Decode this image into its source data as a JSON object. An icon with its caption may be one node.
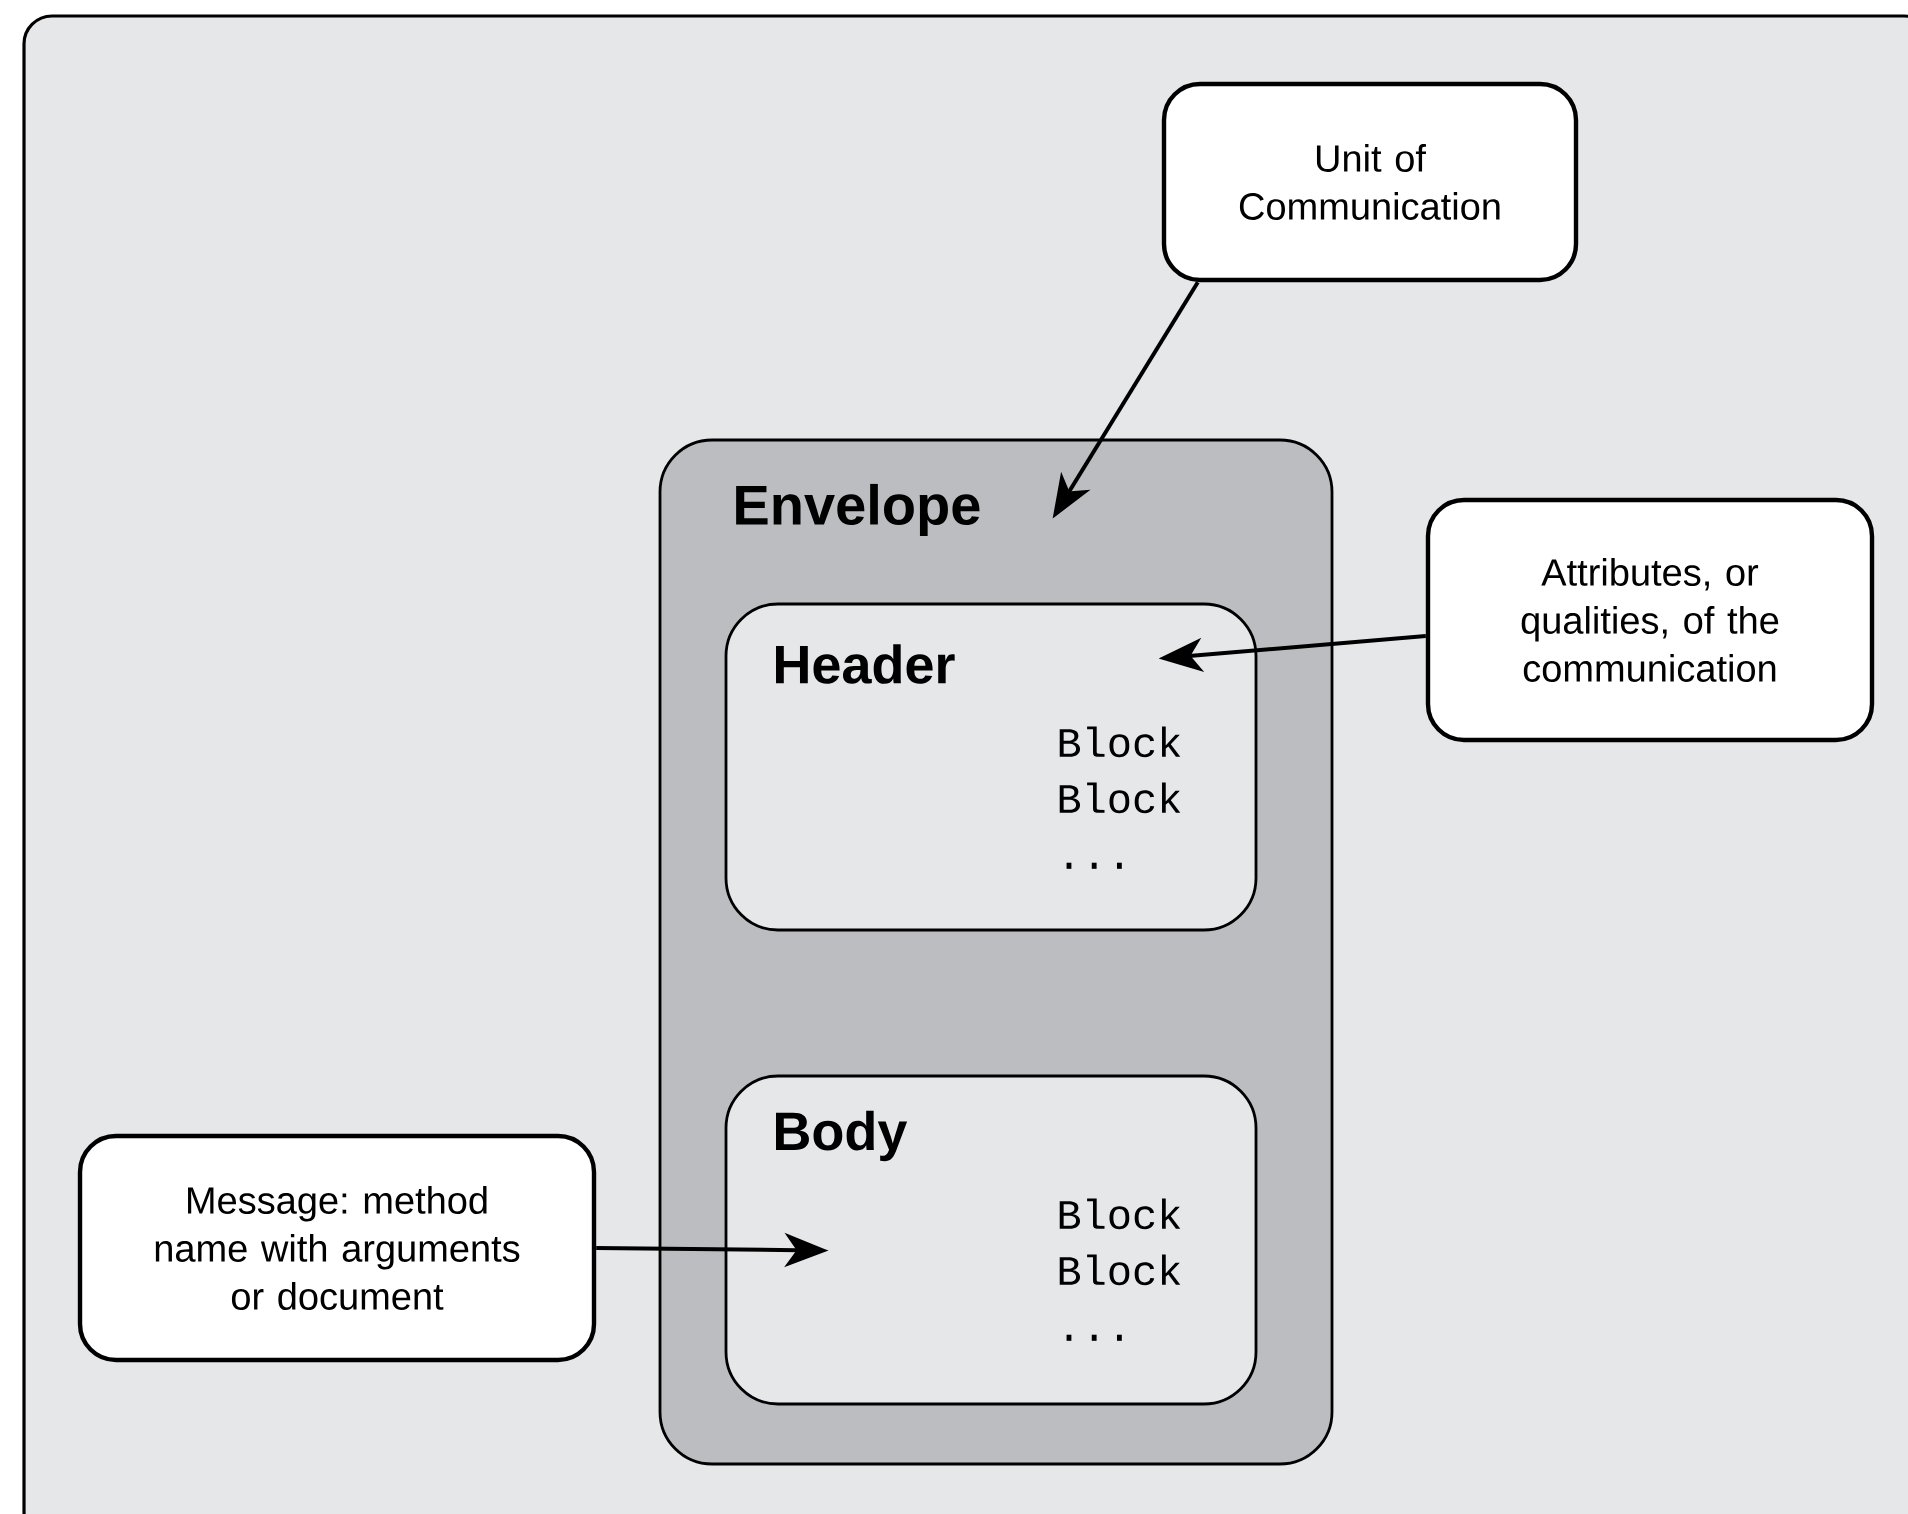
{
  "diagram": {
    "nodes": [
      {
        "text": [
          "Unit of Communication"
        ]
      },
      {
        "text": [
          "Envelope"
        ]
      },
      {
        "text": [
          "Header",
          "Block",
          "Block",
          "..."
        ],
        "in": 1
      },
      {
        "text": [
          "Attributes, or qualities, of the communication"
        ]
      },
      {
        "text": [
          "Body",
          "Block",
          "Block",
          "..."
        ],
        "in": 1
      },
      {
        "text": [
          "Message: method name with arguments or document"
        ]
      }
    ],
    "edges": [
      {
        "from": 0,
        "to": 1,
        "arrow": "to"
      },
      {
        "from": 3,
        "to": 2,
        "arrow": "to"
      },
      {
        "from": 5,
        "to": 4,
        "arrow": "to"
      }
    ]
  }
}
